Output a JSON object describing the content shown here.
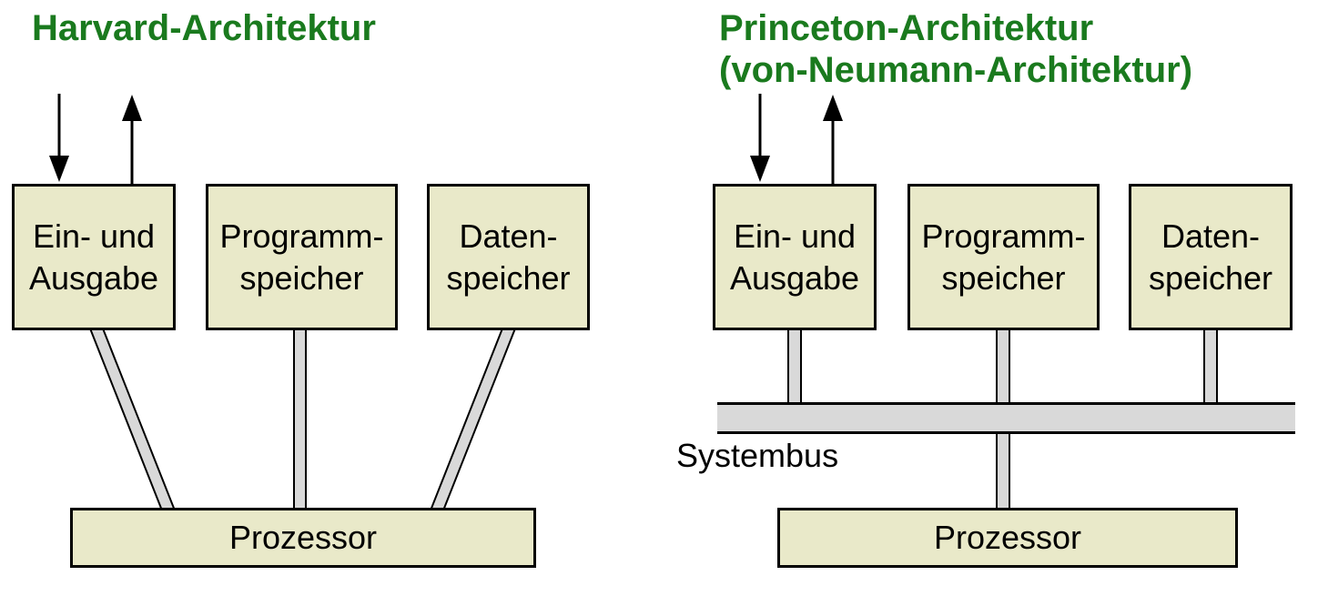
{
  "colors": {
    "title_green": "#1a7a1e",
    "box_fill": "#e9e9c9",
    "connector_fill": "#d9d9d9",
    "outline_black": "#000000",
    "background": "#ffffff"
  },
  "left_diagram": {
    "title": "Harvard-Architektur",
    "icons": {
      "input": "down-arrow",
      "output": "up-arrow"
    },
    "boxes": [
      {
        "lines": [
          "Ein- und",
          "Ausgabe"
        ]
      },
      {
        "lines": [
          "Programm-",
          "speicher"
        ]
      },
      {
        "lines": [
          "Daten-",
          "speicher"
        ]
      }
    ],
    "processor_label": "Prozessor"
  },
  "right_diagram": {
    "title_line1": "Princeton-Architektur",
    "title_line2": "(von-Neumann-Architektur)",
    "icons": {
      "input": "down-arrow",
      "output": "up-arrow"
    },
    "boxes": [
      {
        "lines": [
          "Ein- und",
          "Ausgabe"
        ]
      },
      {
        "lines": [
          "Programm-",
          "speicher"
        ]
      },
      {
        "lines": [
          "Daten-",
          "speicher"
        ]
      }
    ],
    "bus_label": "Systembus",
    "processor_label": "Prozessor"
  }
}
